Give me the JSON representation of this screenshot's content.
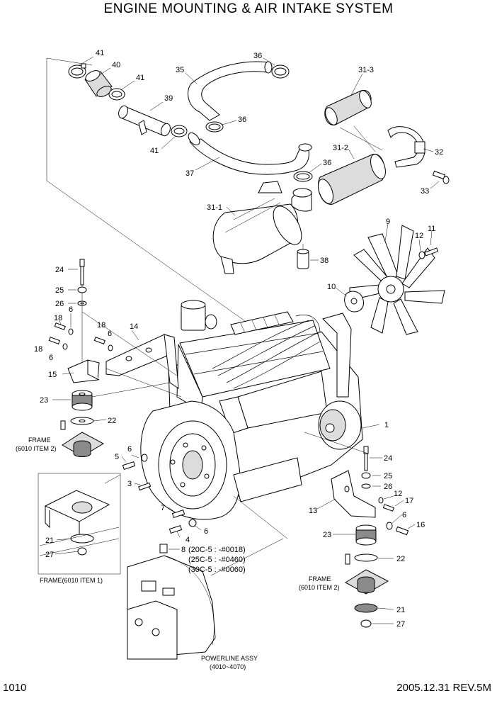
{
  "title": "ENGINE MOUNTING & AIR INTAKE SYSTEM",
  "page_number": "1010",
  "footer": "2005.12.31  REV.5M",
  "callouts": {
    "c41a": "41",
    "c40": "40",
    "c41b": "41",
    "c39": "39",
    "c41c": "41",
    "c35": "35",
    "c36a": "36",
    "c36b": "36",
    "c36c": "36",
    "c37": "37",
    "c31_1": "31-1",
    "c31_2": "31-2",
    "c31_3": "31-3",
    "c32": "32",
    "c33": "33",
    "c38": "38",
    "c9": "9",
    "c12a": "12",
    "c11": "11",
    "c10": "10",
    "c24a": "24",
    "c25a": "25",
    "c26a": "26",
    "c18a": "18",
    "c6a": "6",
    "c18b": "18",
    "c6b": "6",
    "c14": "14",
    "c18c": "18",
    "c6c": "6",
    "c15": "15",
    "c23a": "23",
    "c22a": "22",
    "c6d": "6",
    "c5": "5",
    "c3": "3",
    "c21a": "21",
    "c27a": "27",
    "c7": "7",
    "c4": "4",
    "c6e": "6",
    "c8": "8",
    "c1": "1",
    "c24b": "24",
    "c25b": "25",
    "c26b": "26",
    "c12b": "12",
    "c17": "17",
    "c13": "13",
    "c6f": "6",
    "c16": "16",
    "c23b": "23",
    "c22b": "22",
    "c21b": "21",
    "c27b": "27"
  },
  "notes": {
    "frame_left_1": "FRAME",
    "frame_left_2": "(6010 ITEM 2)",
    "frame_right_1": "FRAME",
    "frame_right_2": "(6010 ITEM 2)",
    "frame_box": "FRAME(6010 ITEM 1)",
    "serial_1": "(20C-5 : -#0018)",
    "serial_2": "(25C-5 : -#0460)",
    "serial_3": "(30C-5 : -#0060)",
    "powerline_1": "POWERLINE ASSY",
    "powerline_2": "(4010~4070)"
  }
}
